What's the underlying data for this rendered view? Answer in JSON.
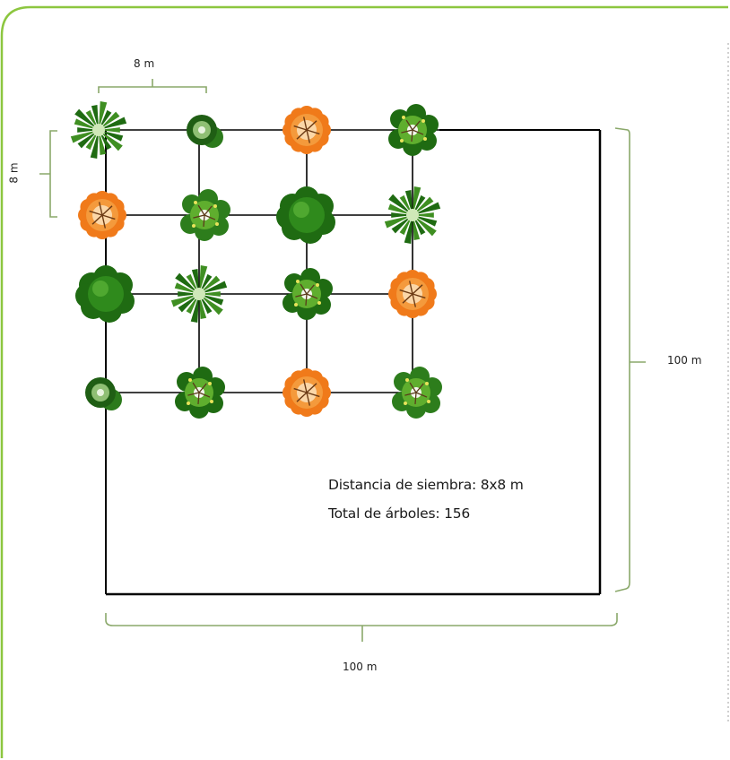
{
  "dimensions": {
    "top_spacing": "8 m",
    "left_spacing": "8 m",
    "right_length": "100 m",
    "bottom_length": "100 m"
  },
  "info": {
    "spacing": "Distancia de siembra: 8x8 m",
    "total": "Total de árboles: 156"
  },
  "colors": {
    "frame_border": "#8cc63f",
    "bracket": "#8aa86a",
    "grid_line": "#000000",
    "dotted_line": "#9a9a9a",
    "tree_dark_green": "#1f6b12",
    "tree_light_green": "#5fae2e",
    "tree_orange": "#f07a1a"
  },
  "tree_grid": [
    [
      "palm-tree",
      "round-shrub",
      "orange-flowering-tree",
      "leafy-tree"
    ],
    [
      "orange-flowering-tree",
      "leafy-tree-light",
      "broadleaf-tree",
      "palm-tree"
    ],
    [
      "broadleaf-tree",
      "palm-tree",
      "leafy-tree",
      "orange-flowering-tree"
    ],
    [
      "round-shrub",
      "leafy-tree",
      "orange-flowering-tree",
      "leafy-tree-light"
    ]
  ]
}
